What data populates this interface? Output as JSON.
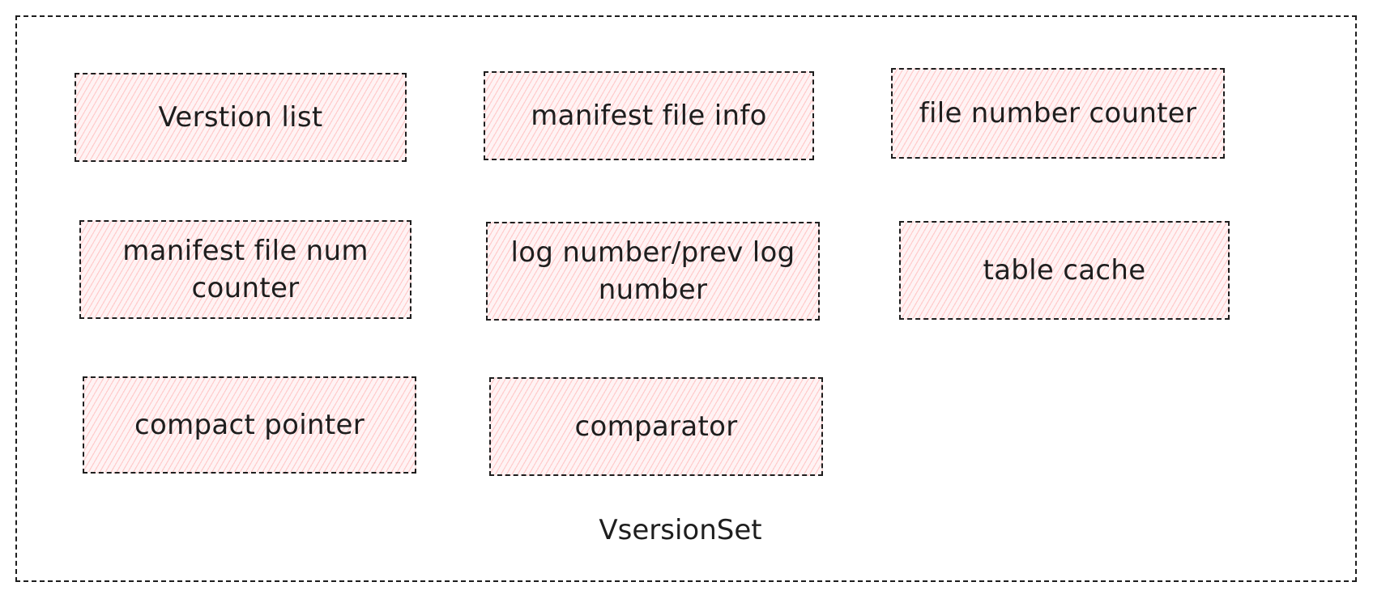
{
  "diagram": {
    "container_label": "VsersionSet",
    "components": [
      {
        "id": "version-list",
        "label": "Verstion list"
      },
      {
        "id": "manifest-file-info",
        "label": "manifest file info"
      },
      {
        "id": "file-number-counter",
        "label": "file number counter"
      },
      {
        "id": "manifest-file-num-counter",
        "label": "manifest file num counter"
      },
      {
        "id": "log-number",
        "label": "log number/prev log number"
      },
      {
        "id": "table-cache",
        "label": "table cache"
      },
      {
        "id": "compact-pointer",
        "label": "compact pointer"
      },
      {
        "id": "comparator",
        "label": "comparator"
      }
    ],
    "colors": {
      "stroke": "#1e1e1e",
      "fill_hatch": "#ffc9c9",
      "background": "#ffffff"
    }
  }
}
